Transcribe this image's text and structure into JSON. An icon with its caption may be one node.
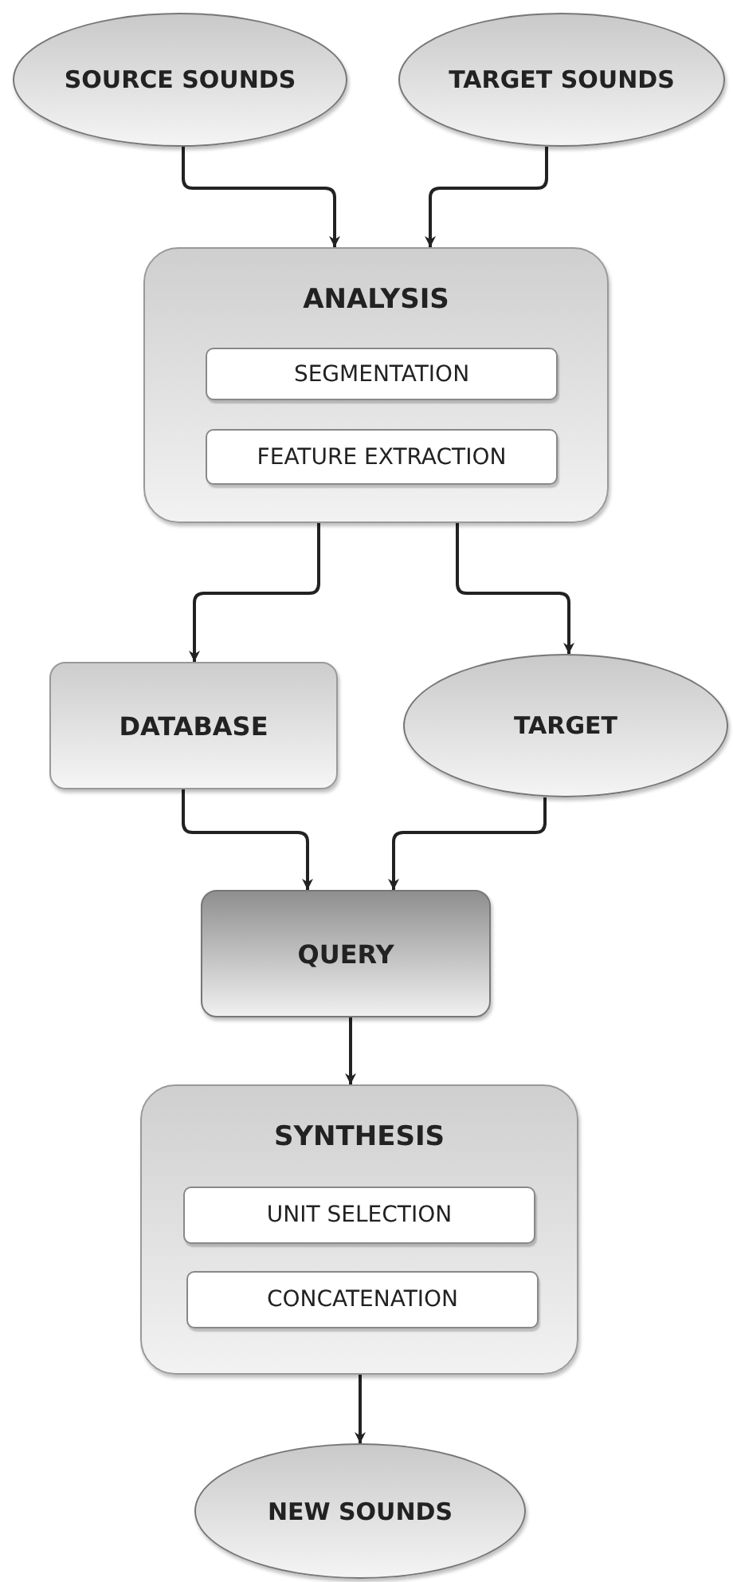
{
  "diagram": {
    "nodes": [
      {
        "text": [
          "SOURCE SOUNDS"
        ]
      },
      {
        "text": [
          "TARGET SOUNDS"
        ]
      },
      {
        "text": [
          "ANALYSIS"
        ]
      },
      {
        "text": [
          "SEGMENTATION"
        ],
        "in": 2
      },
      {
        "text": [
          "FEATURE EXTRACTION"
        ],
        "in": 2
      },
      {
        "text": [
          "DATABASE"
        ]
      },
      {
        "text": [
          "TARGET"
        ]
      },
      {
        "text": [
          "QUERY"
        ]
      },
      {
        "text": [
          "SYNTHESIS"
        ]
      },
      {
        "text": [
          "UNIT SELECTION"
        ],
        "in": 8
      },
      {
        "text": [
          "CONCATENATION"
        ],
        "in": 8
      },
      {
        "text": [
          "NEW SOUNDS"
        ]
      }
    ],
    "edges": [
      {
        "from": 0,
        "to": 2,
        "arrow": "to"
      },
      {
        "from": 1,
        "to": 2,
        "arrow": "to"
      },
      {
        "from": 2,
        "to": 5,
        "arrow": "to"
      },
      {
        "from": 2,
        "to": 6,
        "arrow": "to"
      },
      {
        "from": 5,
        "to": 7,
        "arrow": "to"
      },
      {
        "from": 6,
        "to": 7,
        "arrow": "to"
      },
      {
        "from": 7,
        "to": 8,
        "arrow": "to"
      },
      {
        "from": 8,
        "to": 11,
        "arrow": "to"
      }
    ]
  }
}
